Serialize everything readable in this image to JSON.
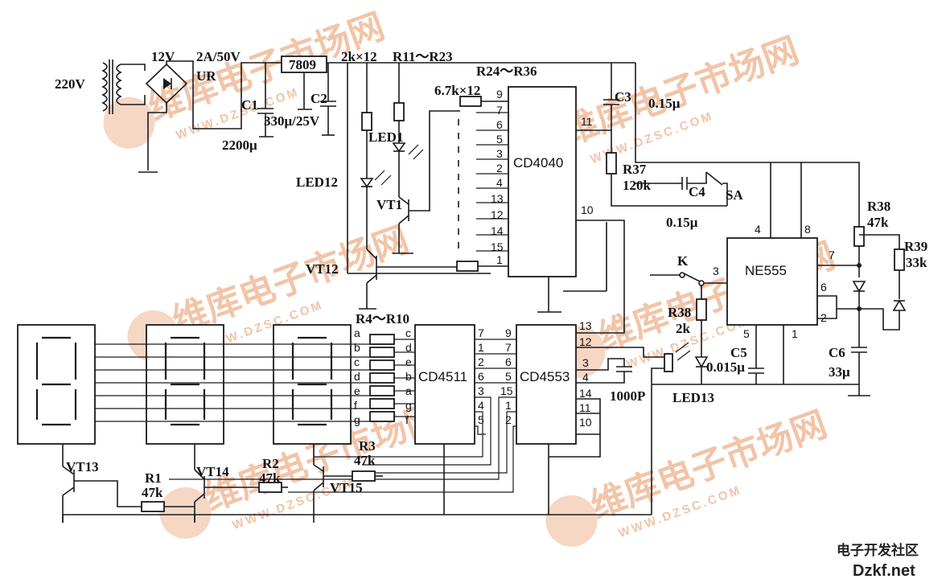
{
  "labels": {
    "mains": "220V",
    "ac12": "12V",
    "bridge_rating": "2A/50V",
    "bridge": "UR",
    "reg": "7809",
    "c1": "C1",
    "c1_val": "2200μ",
    "c2": "C2",
    "c2_val": "330μ/25V",
    "r_array1": "2k×12",
    "r_array1_name": "R11～R23",
    "r_array2": "6.7k×12",
    "r_array2_name": "R24～R36",
    "led1": "LED1",
    "led12": "LED12",
    "vt1": "VT1",
    "vt12": "VT12",
    "c3": "C3",
    "c3_val": "0.15μ",
    "r37": "R37",
    "r37_val": "120k",
    "c4": "C4",
    "c4_val": "0.15μ",
    "sa": "SA",
    "k": "K",
    "r38a": "R38",
    "r38a_val": "47k",
    "r39": "R39",
    "r39_val": "33k",
    "r38b": "R38",
    "r38b_val": "2k",
    "c5": "C5",
    "c5_val": "0.015μ",
    "c6": "C6",
    "c6_val": "33μ",
    "led13": "LED13",
    "cap_1000p": "1000P",
    "r4_r10": "R4～R10",
    "r1": "R1",
    "r1_val": "47k",
    "r2": "R2",
    "r2_val": "47k",
    "r3": "R3",
    "r3_val": "47k",
    "vt13": "VT13",
    "vt14": "VT14",
    "vt15": "VT15"
  },
  "chips": {
    "cd4040": "CD4040",
    "cd4511": "CD4511",
    "cd4553": "CD4553",
    "ne555": "NE555"
  },
  "pins": {
    "cd4040_left": [
      "9",
      "7",
      "6",
      "5",
      "3",
      "2",
      "4",
      "13",
      "12",
      "14",
      "15",
      "1"
    ],
    "cd4040_right": [
      "11",
      "10"
    ],
    "seg_letters": [
      "a",
      "b",
      "c",
      "d",
      "e",
      "f",
      "g"
    ],
    "cd4511_left": [
      "c",
      "d",
      "e",
      "b",
      "a",
      "g",
      "f"
    ],
    "cd4511_right": [
      "7",
      "1",
      "2",
      "6",
      "3",
      "4",
      "5"
    ],
    "cd4553_left": [
      "9",
      "7",
      "6",
      "5",
      "15",
      "1",
      "2"
    ],
    "cd4553_right": [
      "13",
      "12",
      "3",
      "4",
      "14",
      "11",
      "10"
    ],
    "ne555": [
      "4",
      "8",
      "3",
      "7",
      "6",
      "2",
      "5",
      "1"
    ]
  },
  "watermark": {
    "text": "维库电子市场网",
    "url": "WWW.DZSC.COM",
    "color": "#f2c4a8"
  },
  "corner": {
    "line1": "电子开发社区",
    "line2": "Dzkf.net"
  },
  "colors": {
    "ink": "#1a1a1a",
    "corner_accent": "#d62a1e"
  }
}
